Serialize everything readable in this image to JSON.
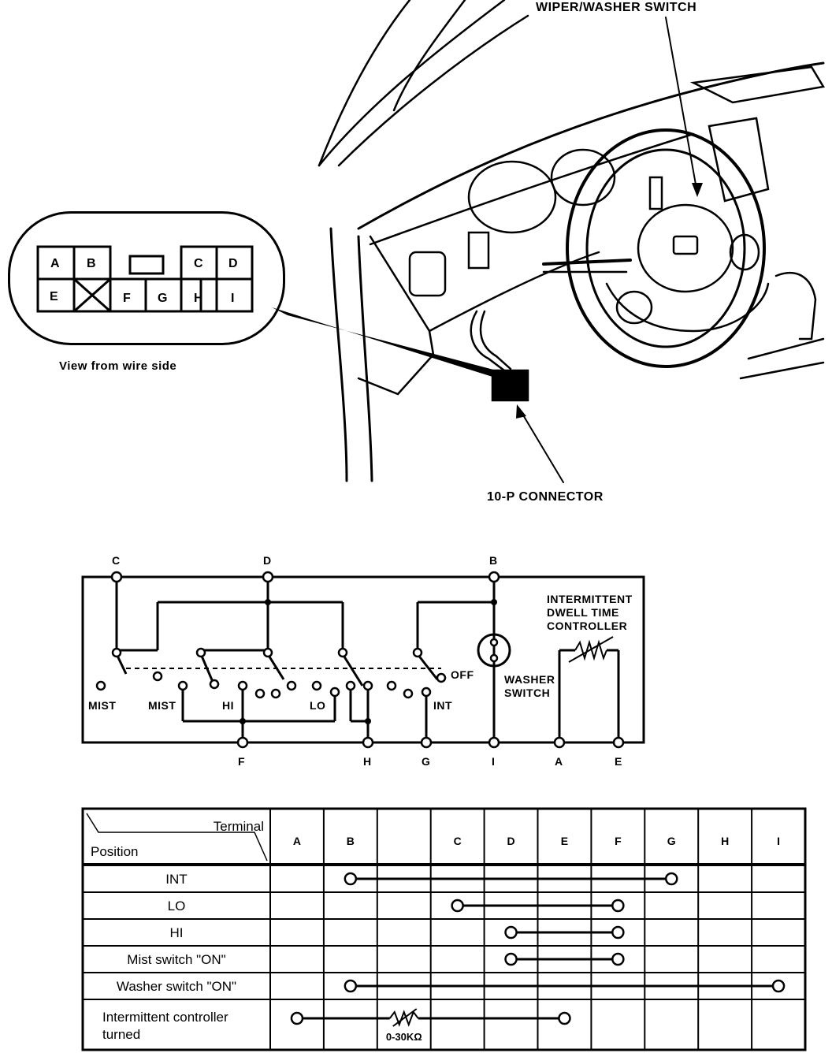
{
  "illustration": {
    "switch_label": "WIPER/WASHER SWITCH",
    "connector_label": "10-P CONNECTOR",
    "view_label": "View from wire side",
    "connector_pins": {
      "A": "A",
      "B": "B",
      "C": "C",
      "D": "D",
      "E": "E",
      "F": "F",
      "G": "G",
      "H": "H",
      "I": "I"
    }
  },
  "schematic": {
    "top_terminals": [
      "C",
      "D",
      "B"
    ],
    "bottom_terminals": [
      "F",
      "H",
      "G",
      "I",
      "A",
      "E"
    ],
    "labels": {
      "mist1": "MIST",
      "mist2": "MIST",
      "hi": "HI",
      "lo": "LO",
      "int": "INT",
      "off": "OFF",
      "washer_line1": "WASHER",
      "washer_line2": "SWITCH",
      "controller_line1": "INTERMITTENT",
      "controller_line2": "DWELL TIME",
      "controller_line3": "CONTROLLER"
    }
  },
  "table": {
    "header_terminal": "Terminal",
    "header_position": "Position",
    "columns": [
      "A",
      "B",
      "",
      "C",
      "D",
      "E",
      "F",
      "G",
      "H",
      "I"
    ],
    "rows": [
      {
        "label": "INT",
        "from": "B",
        "to": "G"
      },
      {
        "label": "LO",
        "from": "C",
        "to": "F"
      },
      {
        "label": "HI",
        "from": "D",
        "to": "F"
      },
      {
        "label": "Mist switch \"ON\"",
        "from": "D",
        "to": "F"
      },
      {
        "label": "Washer switch \"ON\"",
        "from": "B",
        "to": "I"
      },
      {
        "label_line1": "Intermittent controller",
        "label_line2": "turned",
        "from": "A",
        "to": "E",
        "resistance": "0-30KΩ"
      }
    ]
  }
}
